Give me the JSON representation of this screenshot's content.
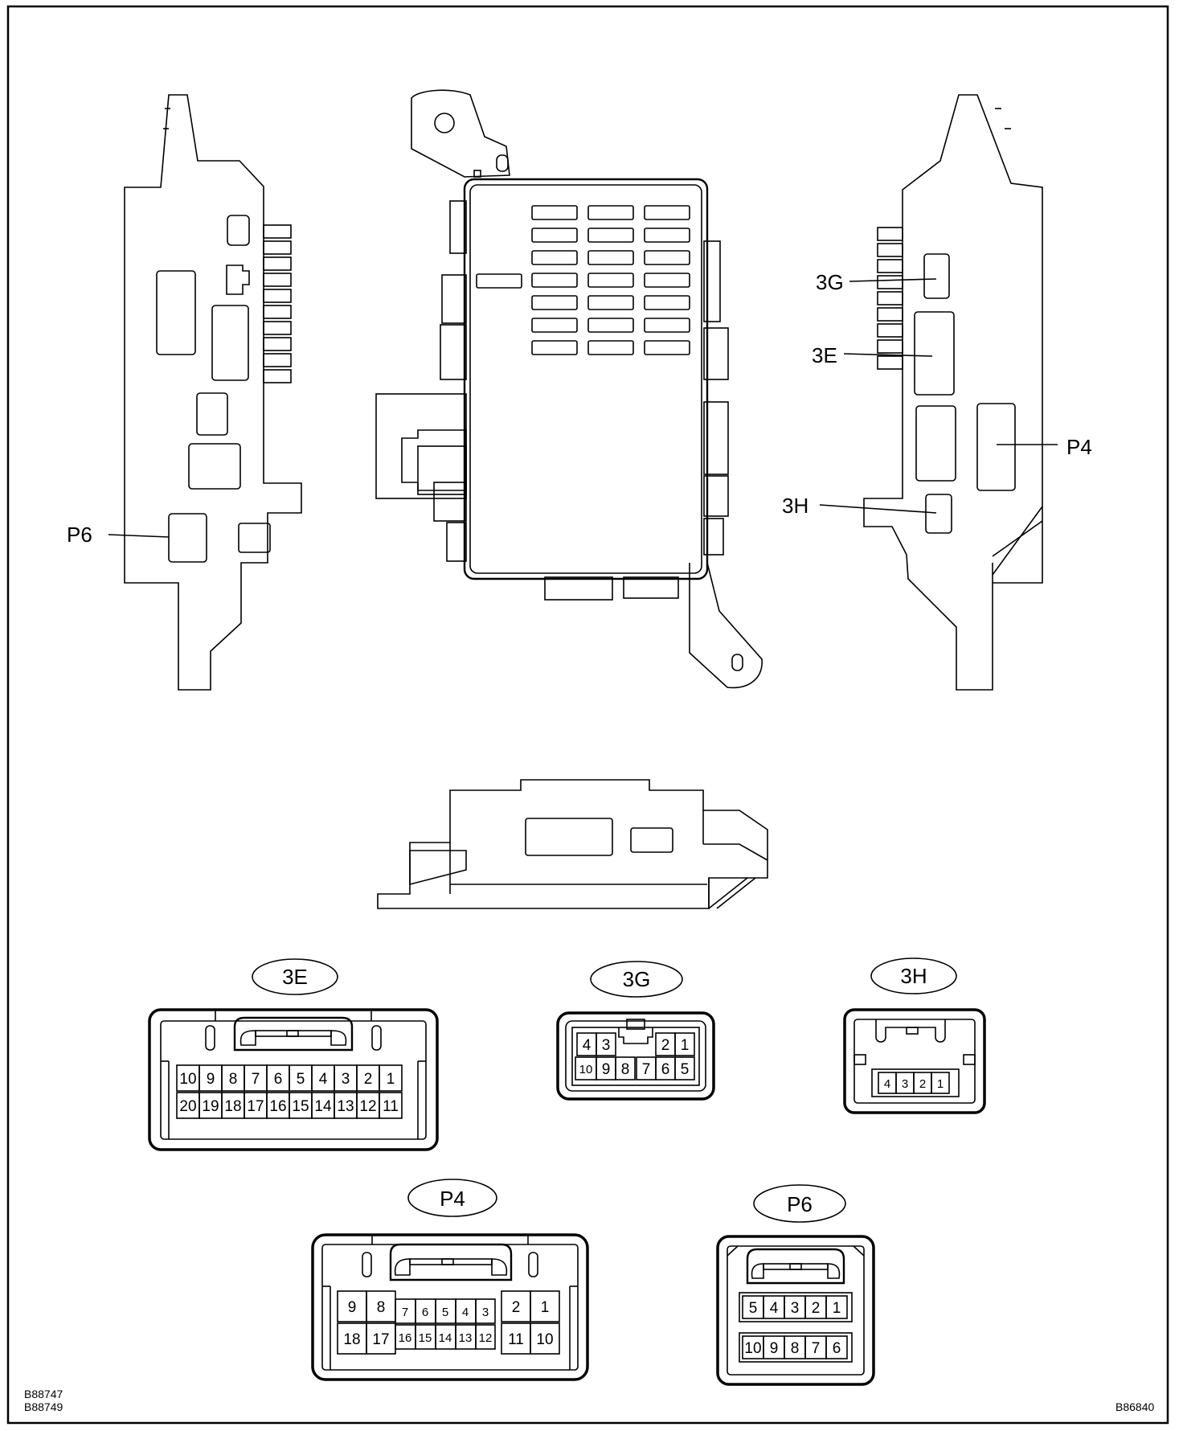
{
  "callouts": {
    "left_p6": "P6",
    "right_3g": "3G",
    "right_3e": "3E",
    "right_p4": "P4",
    "right_3h": "3H"
  },
  "connectors": {
    "c3e": {
      "label": "3E",
      "row1": [
        "10",
        "9",
        "8",
        "7",
        "6",
        "5",
        "4",
        "3",
        "2",
        "1"
      ],
      "row2": [
        "20",
        "19",
        "18",
        "17",
        "16",
        "15",
        "14",
        "13",
        "12",
        "11"
      ]
    },
    "c3g": {
      "label": "3G",
      "row1": [
        "4",
        "3",
        "2",
        "1"
      ],
      "row2": [
        "10",
        "9",
        "8",
        "7",
        "6",
        "5"
      ]
    },
    "c3h": {
      "label": "3H",
      "row1": [
        "4",
        "3",
        "2",
        "1"
      ]
    },
    "p4": {
      "label": "P4",
      "row1": [
        "9",
        "8",
        "7",
        "6",
        "5",
        "4",
        "3",
        "2",
        "1"
      ],
      "row2": [
        "18",
        "17",
        "16",
        "15",
        "14",
        "13",
        "12",
        "11",
        "10"
      ]
    },
    "p6": {
      "label": "P6",
      "row1": [
        "5",
        "4",
        "3",
        "2",
        "1"
      ],
      "row2": [
        "10",
        "9",
        "8",
        "7",
        "6"
      ]
    }
  },
  "codes": {
    "bl1": "B88747",
    "bl2": "B88749",
    "br": "B86840"
  }
}
